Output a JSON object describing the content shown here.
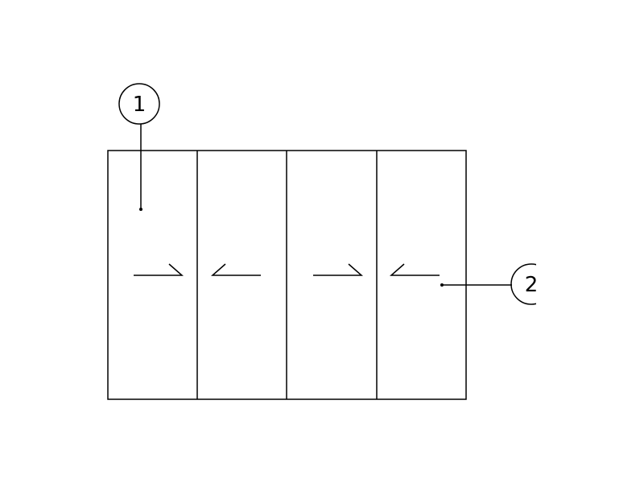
{
  "diagram": {
    "callouts": [
      {
        "label": "1",
        "target": "panel-1"
      },
      {
        "label": "2",
        "target": "panel-4"
      }
    ],
    "panels": [
      {
        "id": "panel-1",
        "arrow": "right"
      },
      {
        "id": "panel-2",
        "arrow": "left"
      },
      {
        "id": "panel-3",
        "arrow": "right"
      },
      {
        "id": "panel-4",
        "arrow": "left"
      }
    ],
    "line_color": "#000000",
    "background_color": "#ffffff"
  }
}
